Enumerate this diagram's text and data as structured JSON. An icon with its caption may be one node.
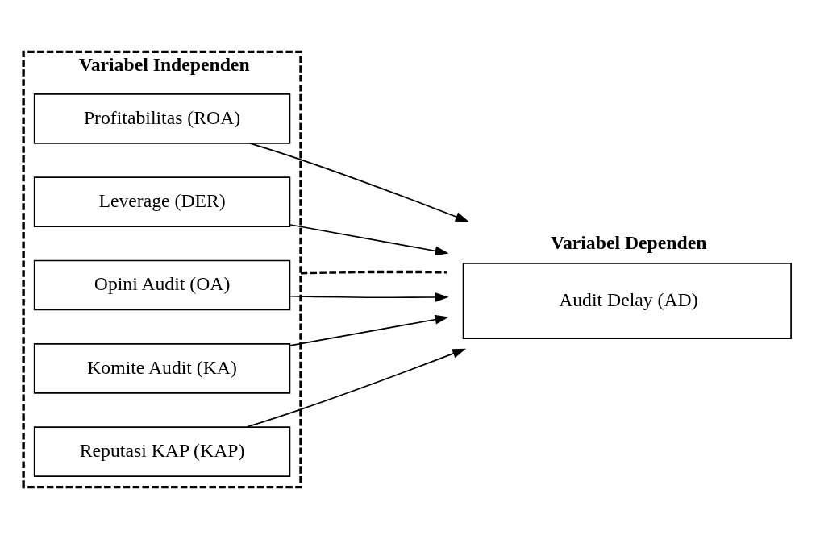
{
  "diagram": {
    "nodes": [
      {
        "text": [
          "Variabel Independen"
        ]
      },
      {
        "text": [
          "Profitabilitas (ROA)"
        ],
        "in": 0
      },
      {
        "text": [
          "Leverage (DER)"
        ],
        "in": 0
      },
      {
        "text": [
          "Opini Audit (OA)"
        ],
        "in": 0
      },
      {
        "text": [
          "Komite Audit (KA)"
        ],
        "in": 0
      },
      {
        "text": [
          "Reputasi KAP (KAP)"
        ],
        "in": 0
      },
      {
        "text": [
          "Variabel Dependen",
          "Audit Delay (AD)"
        ]
      }
    ],
    "edges": [
      {
        "from": 1,
        "to": 6,
        "arrow": "to"
      },
      {
        "from": 2,
        "to": 6,
        "arrow": "to"
      },
      {
        "from": 3,
        "to": 6,
        "arrow": "to"
      },
      {
        "from": 4,
        "to": 6,
        "arrow": "to"
      },
      {
        "from": 5,
        "to": 6,
        "arrow": "to"
      },
      {
        "from": 0,
        "to": 6,
        "arrow": "none",
        "style": "dashed"
      }
    ]
  }
}
